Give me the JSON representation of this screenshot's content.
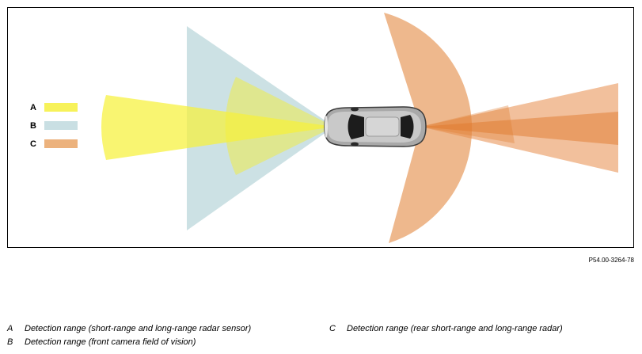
{
  "legend": {
    "items": [
      {
        "key": "A",
        "color": "#f7f25a"
      },
      {
        "key": "B",
        "color": "#c9dfe3"
      },
      {
        "key": "C",
        "color": "#ecb27d"
      }
    ]
  },
  "figure": {
    "reference_code": "P54.00-3264-78",
    "vehicle": "car-top-view"
  },
  "captions": [
    {
      "key": "A",
      "text": "Detection range (short-range and long-range radar sensor)"
    },
    {
      "key": "B",
      "text": "Detection range (front camera field of vision)"
    },
    {
      "key": "C",
      "text": "Detection range (rear short-range and long-range radar)"
    }
  ]
}
